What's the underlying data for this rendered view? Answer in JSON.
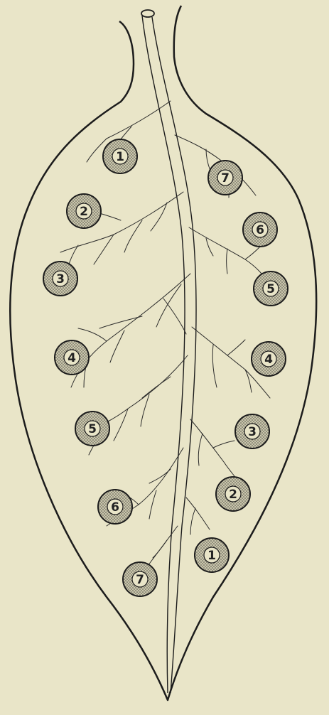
{
  "colors": {
    "background": "#e9e5c8",
    "ink": "#1c1c1c",
    "disc_fill": "#bdb9a0"
  },
  "discs": {
    "left": [
      {
        "label": "1"
      },
      {
        "label": "2"
      },
      {
        "label": "3"
      },
      {
        "label": "4"
      },
      {
        "label": "5"
      },
      {
        "label": "6"
      },
      {
        "label": "7"
      }
    ],
    "right": [
      {
        "label": "7"
      },
      {
        "label": "6"
      },
      {
        "label": "5"
      },
      {
        "label": "4"
      },
      {
        "label": "3"
      },
      {
        "label": "2"
      },
      {
        "label": "1"
      }
    ]
  }
}
